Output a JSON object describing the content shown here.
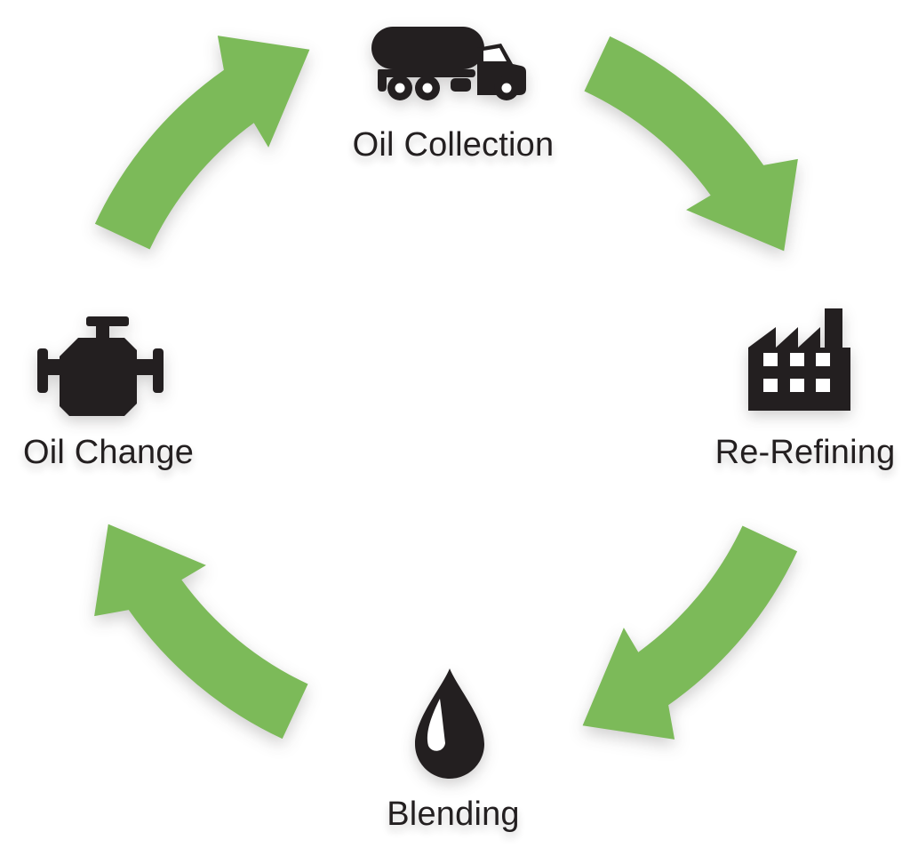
{
  "diagram": {
    "type": "cycle",
    "direction": "clockwise",
    "background_color": "#ffffff",
    "arrow_color": "#7cba59",
    "icon_color": "#231f20",
    "label_color": "#231f20",
    "nodes": [
      {
        "id": "oil-collection",
        "label": "Oil Collection",
        "icon": "tanker-truck-icon",
        "position": "top"
      },
      {
        "id": "re-refining",
        "label": "Re-Refining",
        "icon": "factory-icon",
        "position": "right"
      },
      {
        "id": "blending",
        "label": "Blending",
        "icon": "oil-drop-icon",
        "position": "bottom"
      },
      {
        "id": "oil-change",
        "label": "Oil Change",
        "icon": "engine-icon",
        "position": "left"
      }
    ],
    "arrows": [
      {
        "from": "Oil Collection",
        "to": "Re-Refining",
        "position": "top-right"
      },
      {
        "from": "Re-Refining",
        "to": "Blending",
        "position": "bottom-right"
      },
      {
        "from": "Blending",
        "to": "Oil Change",
        "position": "bottom-left"
      },
      {
        "from": "Oil Change",
        "to": "Oil Collection",
        "position": "top-left"
      }
    ]
  }
}
